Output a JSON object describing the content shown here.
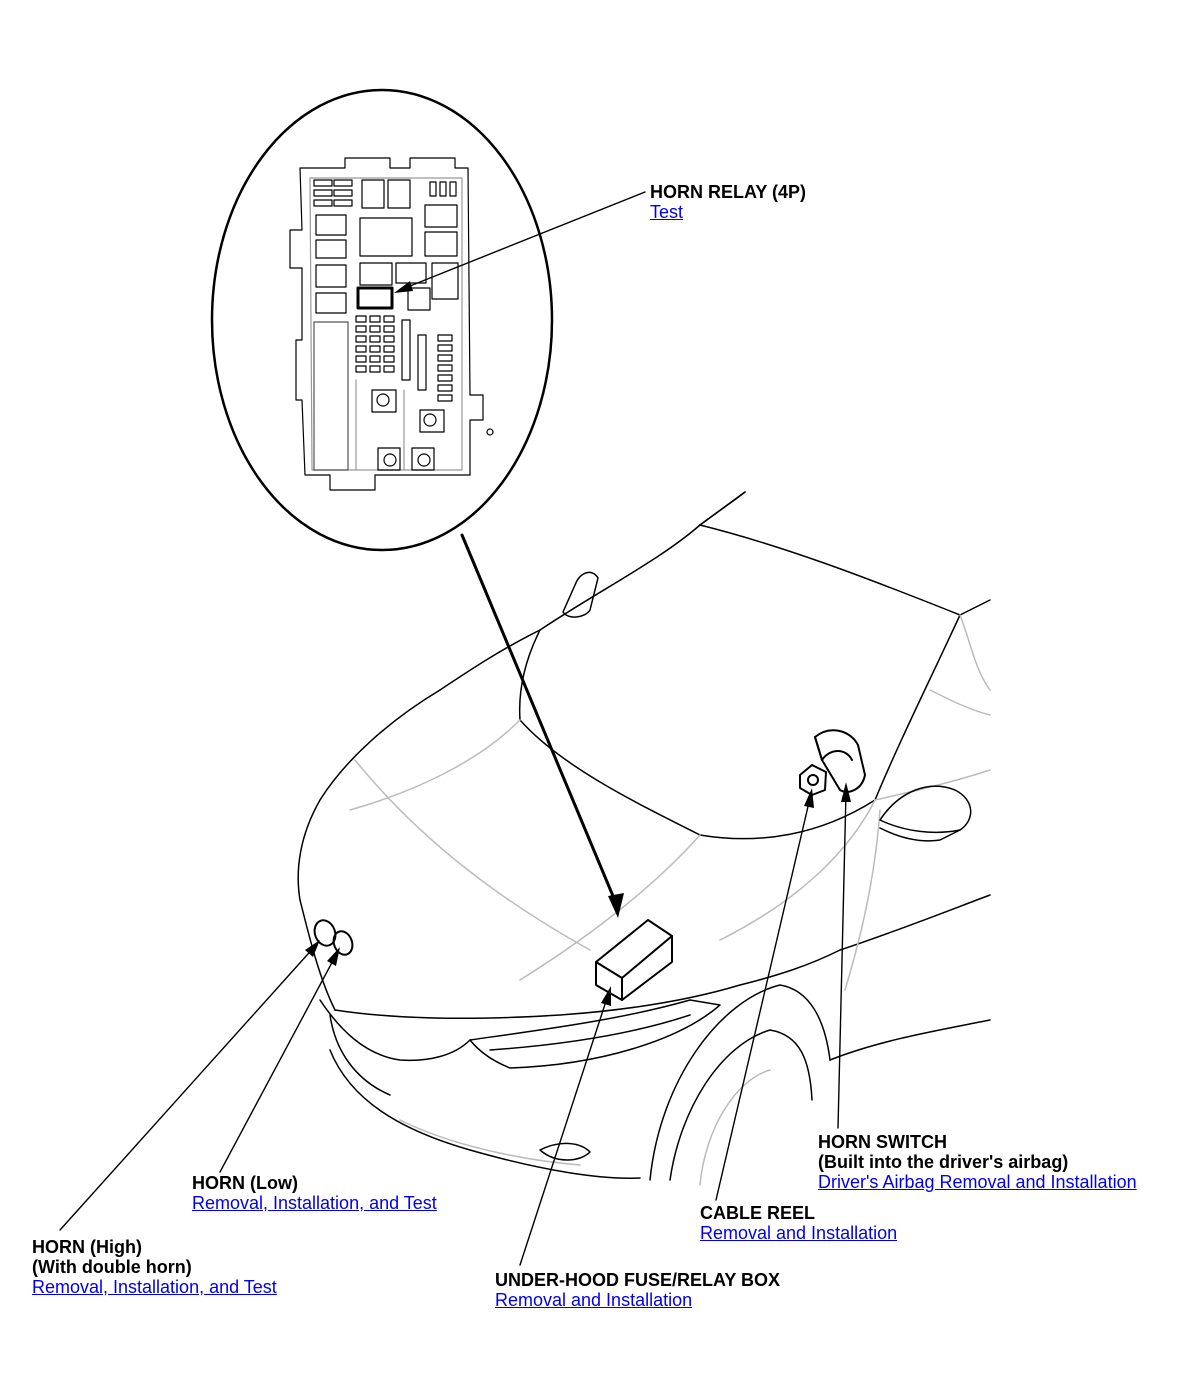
{
  "colors": {
    "line": "#000000",
    "faint_line": "#cccccc",
    "link": "#0000ee"
  },
  "callouts": {
    "horn_relay": {
      "title": "HORN RELAY (4P)",
      "link": "Test"
    },
    "horn_switch": {
      "title_line1": "HORN SWITCH",
      "title_line2": "(Built into the driver's airbag)",
      "link": "Driver's Airbag Removal and Installation"
    },
    "horn_low": {
      "title": "HORN (Low)",
      "link": "Removal, Installation, and Test"
    },
    "cable_reel": {
      "title": "CABLE REEL",
      "link": "Removal and Installation"
    },
    "horn_high": {
      "title_line1": "HORN (High)",
      "title_line2": "(With double horn)",
      "link": "Removal, Installation, and Test"
    },
    "fuse_box": {
      "title": "UNDER-HOOD FUSE/RELAY BOX",
      "link": "Removal and Installation"
    }
  }
}
